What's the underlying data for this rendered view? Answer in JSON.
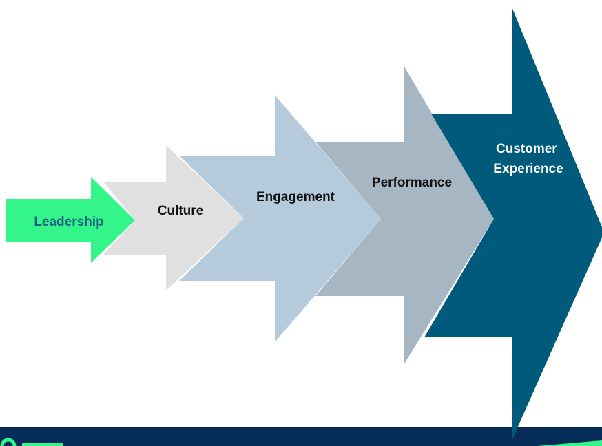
{
  "diagram": {
    "steps": [
      {
        "label": "Leadership",
        "fill": "#33f58a",
        "text_color": "#1b5f82"
      },
      {
        "label": "Culture",
        "fill": "#e0e0e0",
        "text_color": "#111111"
      },
      {
        "label": "Engagement",
        "fill": "#b5cbdc",
        "text_color": "#111111"
      },
      {
        "label": "Performance",
        "fill": "#a6b6c2",
        "text_color": "#111111"
      },
      {
        "label_line1": "Customer",
        "label_line2": "Experience",
        "fill": "#005a7b",
        "text_color": "#ffffff"
      }
    ]
  },
  "footer": {
    "band_color": "#062d59",
    "accent_color": "#33f58a"
  }
}
